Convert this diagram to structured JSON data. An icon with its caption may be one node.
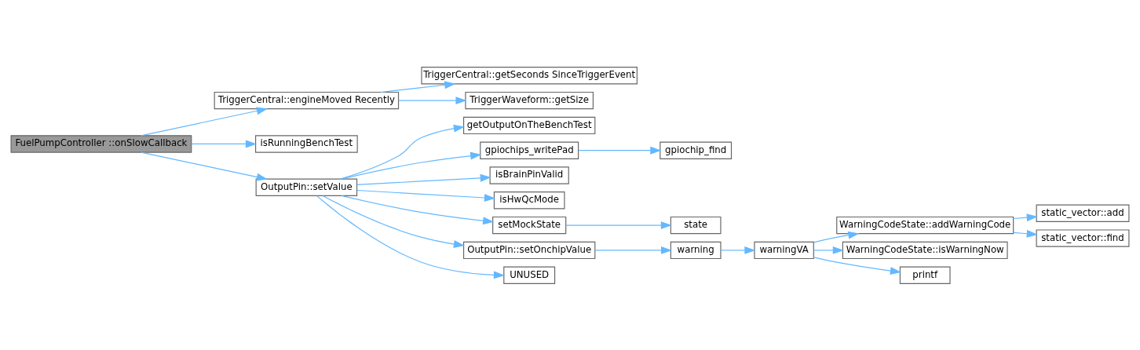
{
  "diagram": {
    "nodes": [
      {
        "text": [
          "FuelPumpController ::onSlowCallback"
        ]
      },
      {
        "text": [
          "TriggerCentral::engineMoved Recently"
        ]
      },
      {
        "text": [
          "TriggerCentral::getSeconds SinceTriggerEvent"
        ]
      },
      {
        "text": [
          "TriggerWaveform::getSize"
        ]
      },
      {
        "text": [
          "isRunningBenchTest"
        ]
      },
      {
        "text": [
          "OutputPin::setValue"
        ]
      },
      {
        "text": [
          "getOutputOnTheBenchTest"
        ]
      },
      {
        "text": [
          "gpiochips_writePad"
        ]
      },
      {
        "text": [
          "gpiochip_find"
        ]
      },
      {
        "text": [
          "isBrainPinValid"
        ]
      },
      {
        "text": [
          "isHwQcMode"
        ]
      },
      {
        "text": [
          "setMockState"
        ]
      },
      {
        "text": [
          "state"
        ]
      },
      {
        "text": [
          "OutputPin::setOnchipValue"
        ]
      },
      {
        "text": [
          "warning"
        ]
      },
      {
        "text": [
          "warningVA"
        ]
      },
      {
        "text": [
          "WarningCodeState::addWarningCode"
        ]
      },
      {
        "text": [
          "static_vector::add"
        ]
      },
      {
        "text": [
          "static_vector::find"
        ]
      },
      {
        "text": [
          "WarningCodeState::isWarningNow"
        ]
      },
      {
        "text": [
          "printf"
        ]
      },
      {
        "text": [
          "UNUSED"
        ]
      }
    ],
    "edges": [
      {
        "from": 0,
        "to": 1,
        "arrow": "to"
      },
      {
        "from": 0,
        "to": 4,
        "arrow": "to"
      },
      {
        "from": 0,
        "to": 5,
        "arrow": "to"
      },
      {
        "from": 1,
        "to": 2,
        "arrow": "to"
      },
      {
        "from": 1,
        "to": 3,
        "arrow": "to"
      },
      {
        "from": 5,
        "to": 6,
        "arrow": "to"
      },
      {
        "from": 5,
        "to": 7,
        "arrow": "to"
      },
      {
        "from": 5,
        "to": 9,
        "arrow": "to"
      },
      {
        "from": 5,
        "to": 10,
        "arrow": "to"
      },
      {
        "from": 5,
        "to": 11,
        "arrow": "to"
      },
      {
        "from": 5,
        "to": 13,
        "arrow": "to"
      },
      {
        "from": 5,
        "to": 21,
        "arrow": "to"
      },
      {
        "from": 7,
        "to": 8,
        "arrow": "to"
      },
      {
        "from": 11,
        "to": 12,
        "arrow": "to"
      },
      {
        "from": 13,
        "to": 14,
        "arrow": "to"
      },
      {
        "from": 14,
        "to": 15,
        "arrow": "to"
      },
      {
        "from": 15,
        "to": 16,
        "arrow": "to"
      },
      {
        "from": 15,
        "to": 19,
        "arrow": "to"
      },
      {
        "from": 15,
        "to": 20,
        "arrow": "to"
      },
      {
        "from": 16,
        "to": 17,
        "arrow": "to"
      },
      {
        "from": 16,
        "to": 18,
        "arrow": "to"
      }
    ]
  }
}
